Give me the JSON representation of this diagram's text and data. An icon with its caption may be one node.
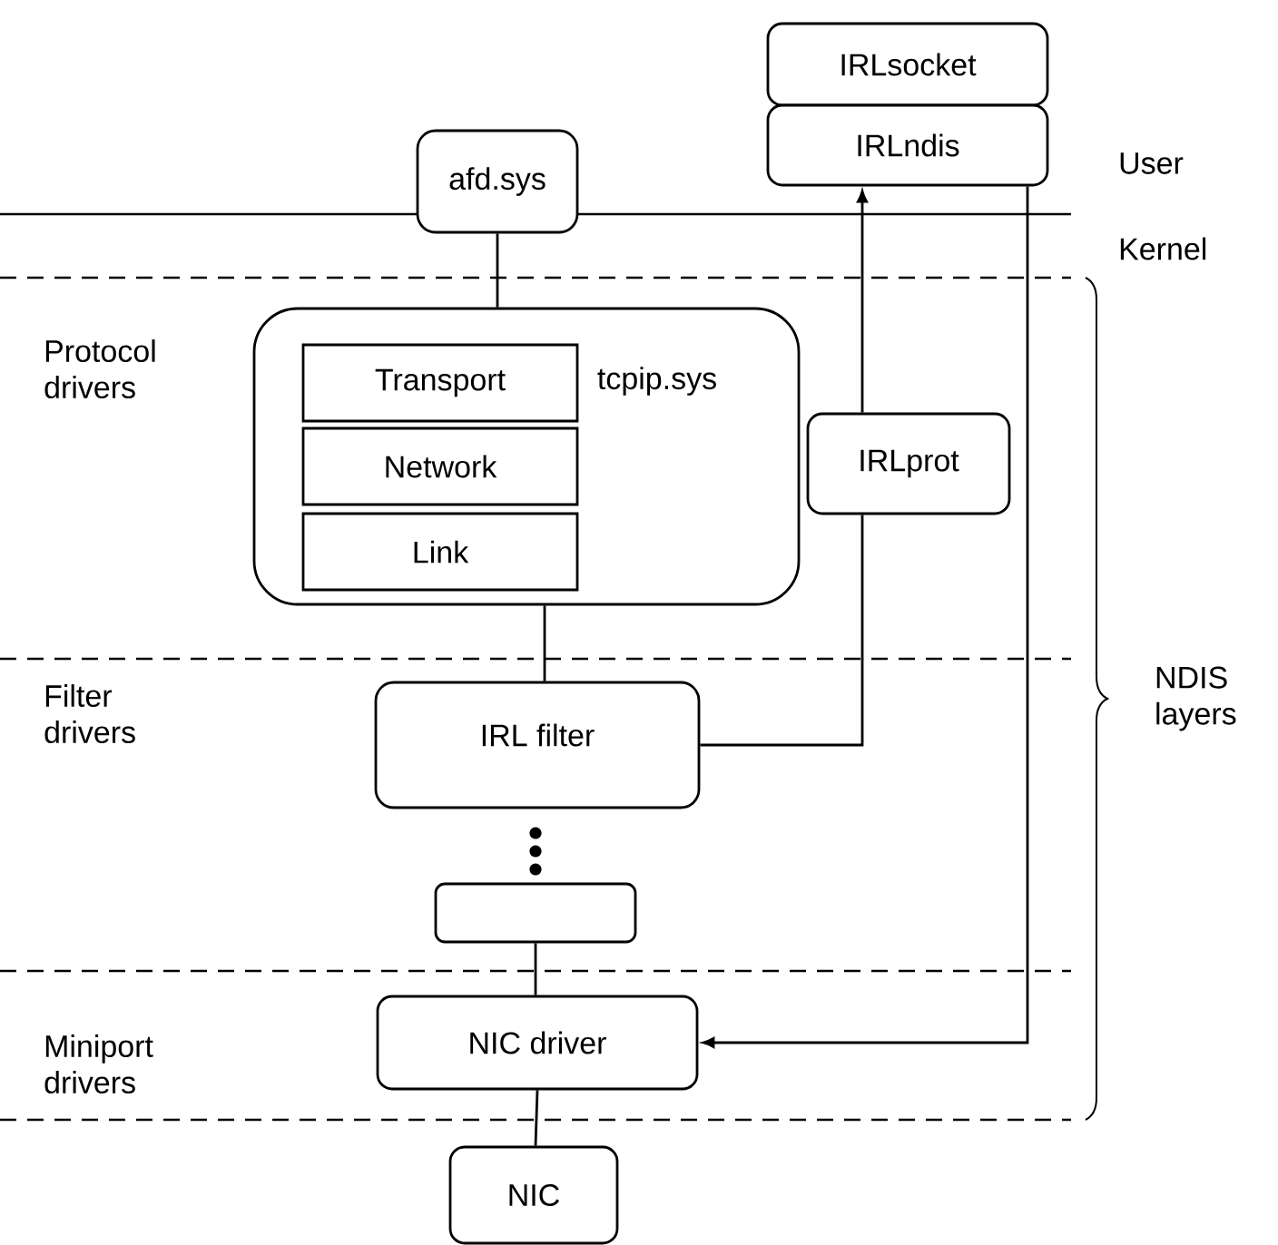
{
  "diagram": {
    "nodes": [
      {
        "text": [
          "afd.sys"
        ]
      },
      {
        "text": [
          "IRLsocket"
        ]
      },
      {
        "text": [
          "IRLndis"
        ]
      },
      {
        "text": [
          "tcpip.sys"
        ]
      },
      {
        "text": [
          "Transport"
        ],
        "in": 3
      },
      {
        "text": [
          "Network"
        ],
        "in": 3
      },
      {
        "text": [
          "Link"
        ],
        "in": 3
      },
      {
        "text": [
          "IRLprot"
        ]
      },
      {
        "text": [
          "IRL filter"
        ]
      },
      {
        "text": [],
        "shape": "box"
      },
      {
        "text": [
          "NIC driver"
        ]
      },
      {
        "text": [
          "NIC"
        ]
      }
    ],
    "edges": [
      {
        "from": 0,
        "to": 3,
        "arrow": "none"
      },
      {
        "from": 3,
        "to": 8,
        "arrow": "none"
      },
      {
        "from": 8,
        "to": 7,
        "arrow": "none"
      },
      {
        "from": 7,
        "to": 2,
        "arrow": "to"
      },
      {
        "from": 2,
        "to": 10,
        "arrow": "to"
      },
      {
        "from": 9,
        "to": 10,
        "arrow": "none"
      },
      {
        "from": 10,
        "to": 11,
        "arrow": "none"
      }
    ],
    "labels": [
      "User",
      "Kernel",
      "Protocol drivers",
      "Filter drivers",
      "Miniport drivers",
      "NDIS layers"
    ]
  }
}
